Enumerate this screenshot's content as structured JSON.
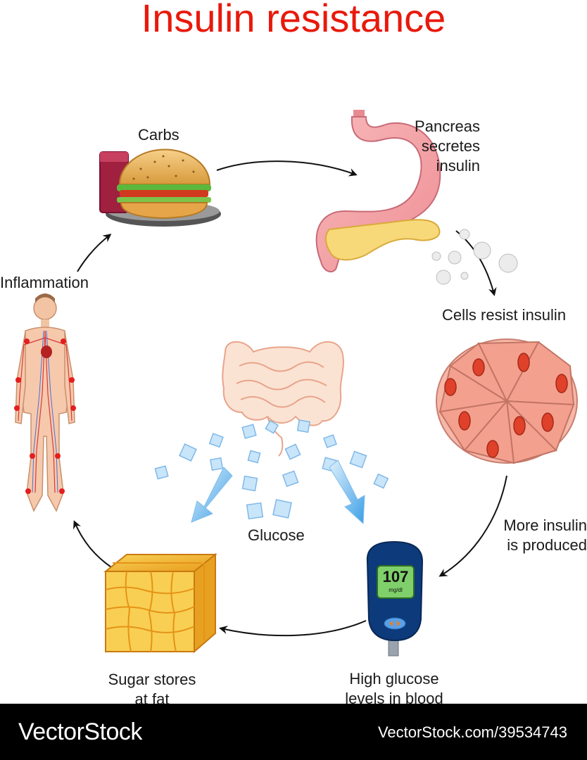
{
  "title": "Insulin resistance",
  "labels": {
    "carbs": "Carbs",
    "pancreas_line1": "Pancreas",
    "pancreas_line2": "secretes",
    "pancreas_line3": "insulin",
    "cells": "Cells resist insulin",
    "more_insulin_line1": "More insulin",
    "more_insulin_line2": "is produced",
    "high_glucose_line1": "High glucose",
    "high_glucose_line2": "levels in blood",
    "sugar_stores_line1": "Sugar stores",
    "sugar_stores_line2": "at fat",
    "inflammation": "Inflammation",
    "glucose": "Glucose"
  },
  "meter": {
    "reading": "107",
    "unit": "mg/dl"
  },
  "footer": {
    "brand": "VectorStock",
    "image_id": "VectorStock.com/39534743"
  },
  "colors": {
    "title": "#e8190c",
    "arrow_blue": "#4aa6e8",
    "fat": "#f5b82e",
    "cells": "#f4a08e",
    "meter": "#0d3a7a"
  }
}
